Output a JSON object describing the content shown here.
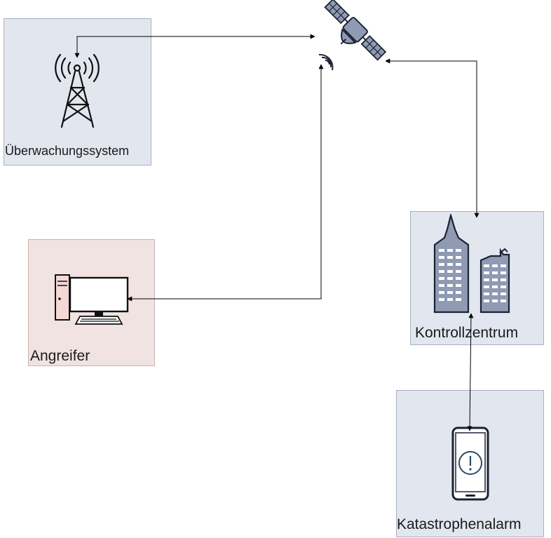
{
  "diagram": {
    "nodes": {
      "monitoring": {
        "label": "Überwachungssystem",
        "icon": "radio-tower-icon"
      },
      "attacker": {
        "label": "Angreifer",
        "icon": "desktop-computer-icon"
      },
      "control": {
        "label": "Kontrollzentrum",
        "icon": "office-buildings-icon"
      },
      "alarm": {
        "label": "Katastrophenalarm",
        "icon": "smartphone-alert-icon"
      },
      "satellite": {
        "label": "",
        "icon": "satellite-icon"
      }
    },
    "colors": {
      "node_fill_blue": "#e2e6ee",
      "node_fill_pink": "#f0e3e1",
      "connector": "#000000",
      "building": "#8f9ab3"
    }
  }
}
